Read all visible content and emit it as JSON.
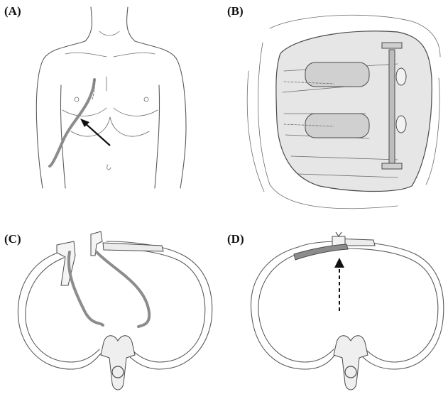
{
  "figure": {
    "panels": [
      {
        "id": "A",
        "label": "(A)"
      },
      {
        "id": "B",
        "label": "(B)"
      },
      {
        "id": "C",
        "label": "(C)"
      },
      {
        "id": "D",
        "label": "(D)"
      }
    ]
  },
  "colors": {
    "ink": "#4a4a4a",
    "muscle_fill": "#d6d6d6",
    "bar": "#8c8c8c",
    "background": "#ffffff"
  }
}
